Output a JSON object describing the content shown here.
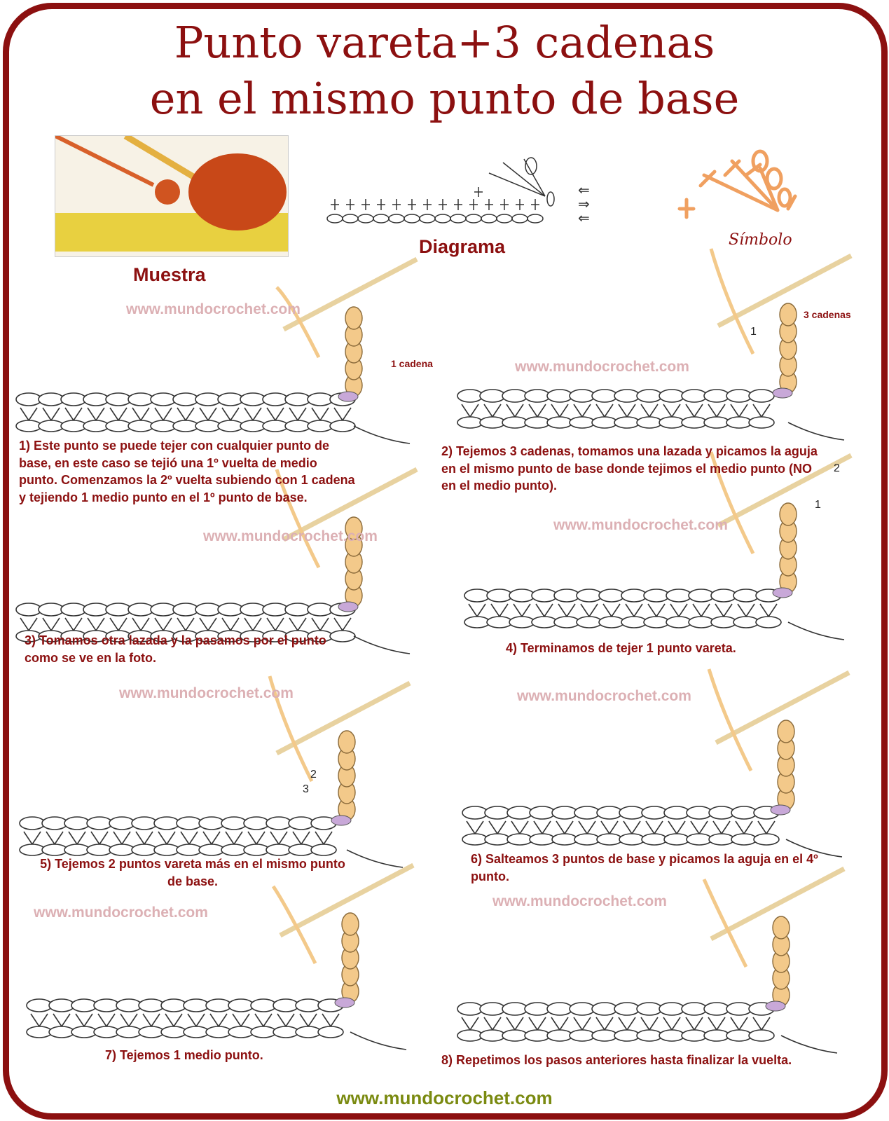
{
  "title": {
    "line1": "Punto vareta+3 cadenas",
    "line2": "en el mismo punto de base"
  },
  "labels": {
    "sample": "Muestra",
    "diagram": "Diagrama",
    "symbol": "Símbolo"
  },
  "diagram": {
    "arrows": [
      "⇐",
      "⇒",
      "⇐"
    ]
  },
  "watermark": "www.mundocrochet.com",
  "annotations": {
    "one_chain": "1 cadena",
    "three_chains": "3 cadenas",
    "n1": "1",
    "n2": "2",
    "n3": "3"
  },
  "steps": [
    "1) Este punto se puede tejer con cualquier punto de base, en este caso se tejió una 1º vuelta de medio punto. Comenzamos la 2º vuelta subiendo con 1 cadena y tejiendo 1 medio punto en el 1º punto de base.",
    "2) Tejemos 3 cadenas, tomamos una lazada y picamos la aguja en el mismo punto de base donde tejimos el medio punto (NO en el medio punto).",
    "3) Tomamos otra lazada y la pasamos por el punto como se ve en la foto.",
    "4) Terminamos de tejer 1 punto vareta.",
    "5) Tejemos 2 puntos vareta más en el mismo punto de base.",
    "6) Salteamos 3 puntos de base y picamos la aguja en el 4º punto.",
    "7) Tejemos 1 medio punto.",
    "8) Repetimos los pasos anteriores hasta finalizar la vuelta."
  ],
  "footer": "www.mundocrochet.com",
  "colors": {
    "accent": "#8c1010",
    "watermark": "#dcb0b4",
    "footer": "#7a8a10",
    "yarn": "#f3c98a",
    "purple": "#c8a8d8"
  }
}
